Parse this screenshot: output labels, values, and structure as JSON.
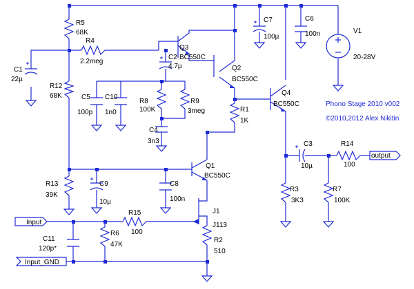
{
  "title": {
    "line1": "Phono Stage 2010 v002",
    "line2": "©2010,2012 Alex Nikitin"
  },
  "ports": {
    "input": "Input",
    "input_gnd": "Input_GND",
    "output": "output"
  },
  "components": {
    "R5": {
      "ref": "R5",
      "value": "68K"
    },
    "R4": {
      "ref": "R4",
      "value": "2.2meg"
    },
    "C1": {
      "ref": "C1",
      "value": "22µ"
    },
    "R12": {
      "ref": "R12",
      "value": "68K"
    },
    "Q3": {
      "ref": "Q3",
      "value": "BC550C"
    },
    "C2": {
      "ref": "C2",
      "value": "4.7µ"
    },
    "Q2": {
      "ref": "Q2",
      "value": "BC550C"
    },
    "C7": {
      "ref": "C7",
      "value": "100µ"
    },
    "C6": {
      "ref": "C6",
      "value": "100n"
    },
    "V1": {
      "ref": "V1",
      "value": "20-28V"
    },
    "Q4": {
      "ref": "Q4",
      "value": "BC550C"
    },
    "C5": {
      "ref": "C5",
      "value": "100p"
    },
    "C10": {
      "ref": "C10",
      "value": "1n0"
    },
    "R8": {
      "ref": "R8",
      "value": "100K"
    },
    "R9": {
      "ref": "R9",
      "value": "3meg"
    },
    "R1": {
      "ref": "R1",
      "value": "1K"
    },
    "C4": {
      "ref": "C4",
      "value": "3n3"
    },
    "C3": {
      "ref": "C3",
      "value": "10µ"
    },
    "R14": {
      "ref": "R14",
      "value": "100"
    },
    "Q1": {
      "ref": "Q1",
      "value": "BC550C"
    },
    "R13": {
      "ref": "R13",
      "value": "39K"
    },
    "C9": {
      "ref": "C9",
      "value": "10µ"
    },
    "C8": {
      "ref": "C8",
      "value": "100n"
    },
    "R3": {
      "ref": "R3",
      "value": "3K3"
    },
    "R7": {
      "ref": "R7",
      "value": "100K"
    },
    "R15": {
      "ref": "R15",
      "value": "100"
    },
    "J1": {
      "ref": "J1",
      "value": "J113"
    },
    "R6": {
      "ref": "R6",
      "value": "47K"
    },
    "C11": {
      "ref": "C11",
      "value": "120p*"
    },
    "R2": {
      "ref": "R2",
      "value": "510"
    }
  },
  "colors": {
    "wire": "#1f2ad6",
    "title": "#1f2ad6",
    "text": "#000000",
    "background": "#ffffff"
  }
}
